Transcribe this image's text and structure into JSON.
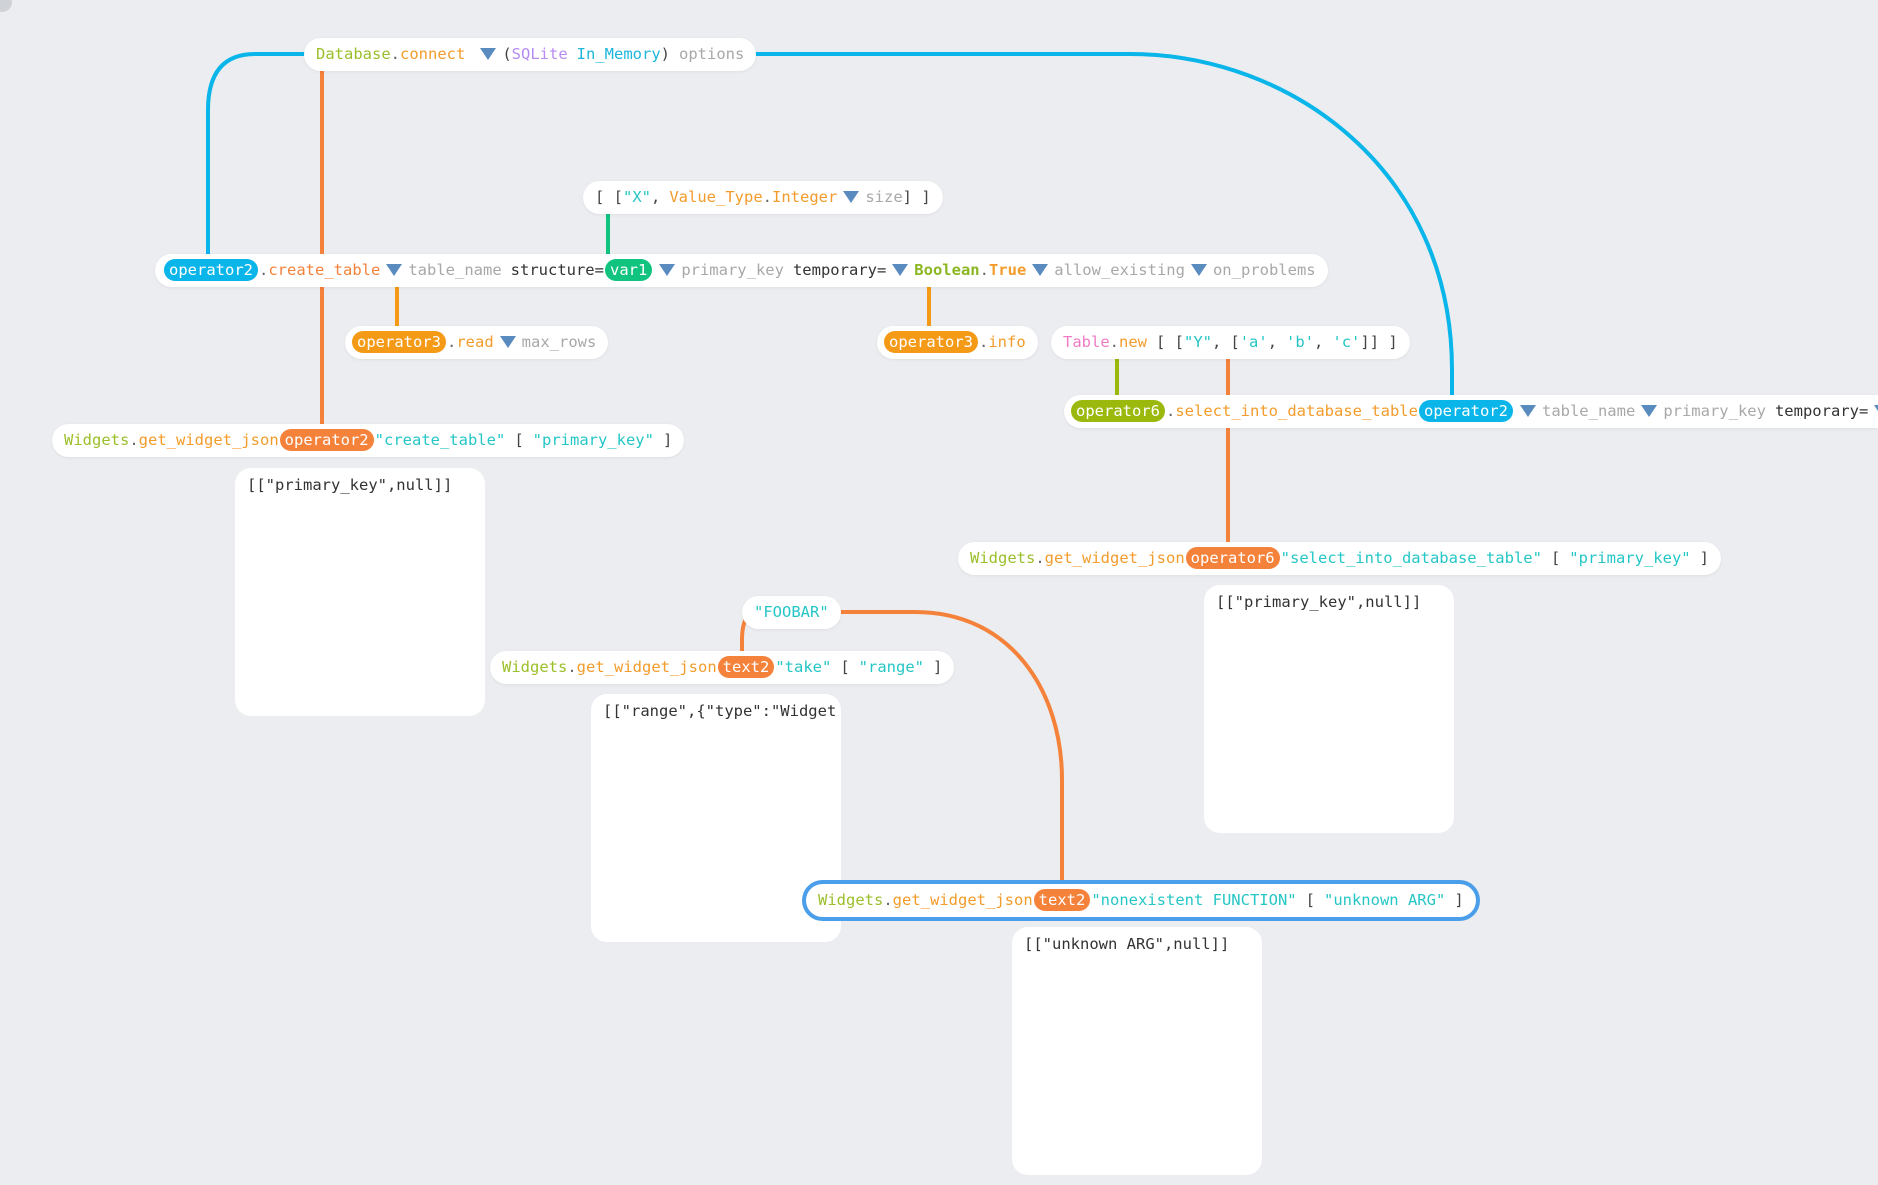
{
  "nodes": {
    "db_connect": {
      "ns": "Database",
      "fn": "connect",
      "cons1": "SQLite",
      "cons2": "In_Memory",
      "arg_options": "options"
    },
    "structure_vector": {
      "open": "[ [",
      "str_x": "\"X\"",
      "comma": ",",
      "ns": "Value_Type",
      "fn": "Integer",
      "arg_size": "size",
      "close": "] ]"
    },
    "create_table": {
      "self_pill": "operator2",
      "fn": "create_table",
      "arg_table_name": "table_name",
      "kw_structure": "structure=",
      "structure_pill": "var1",
      "arg_primary_key": "primary_key",
      "kw_temporary": "temporary=",
      "bool_ns": "Boolean",
      "bool_v": "True",
      "arg_allow_existing": "allow_existing",
      "arg_on_problems": "on_problems"
    },
    "read_node": {
      "pill": "operator3",
      "fn": "read",
      "arg_max_rows": "max_rows"
    },
    "info_node": {
      "pill": "operator3",
      "fn": "info"
    },
    "table_new": {
      "ns": "Table",
      "fn": "new",
      "open": "[ [",
      "str_y": "\"Y\"",
      "comma": ",",
      "inner_open": "[",
      "a": "'a'",
      "b": "'b'",
      "c": "'c'",
      "close": "]] ]"
    },
    "select_into": {
      "self_pill": "operator6",
      "fn": "select_into_database_table",
      "arg_pill": "operator2",
      "arg_table_name": "table_name",
      "arg_primary_key": "primary_key",
      "kw_temporary": "temporary="
    },
    "gwj1": {
      "ns": "Widgets",
      "fn": "get_widget_json",
      "pill": "operator2",
      "str_name": "\"create_table\"",
      "open": "[",
      "str_arg": "\"primary_key\"",
      "close": "]"
    },
    "gwj2": {
      "ns": "Widgets",
      "fn": "get_widget_json",
      "pill": "operator6",
      "str_name": "\"select_into_database_table\"",
      "open": "[",
      "str_arg": "\"primary_key\"",
      "close": "]"
    },
    "foobar": {
      "str": "\"FOOBAR\""
    },
    "gwj3": {
      "ns": "Widgets",
      "fn": "get_widget_json",
      "pill": "text2",
      "str_name": "\"take\"",
      "open": "[",
      "str_arg": "\"range\"",
      "close": "]"
    },
    "gwj4": {
      "ns": "Widgets",
      "fn": "get_widget_json",
      "pill": "text2",
      "str_name": "\"nonexistent FUNCTION\"",
      "open": "[",
      "str_arg": "\"unknown ARG\"",
      "close": "]"
    }
  },
  "visualizations": {
    "viz1": "[[\"primary_key\",null]]",
    "viz2": "[[\"primary_key\",null]]",
    "viz3": "[[\"range\",{\"type\":\"Widget",
    "viz4": "[[\"unknown ARG\",null]]"
  },
  "colors": {
    "background": "#ebedf0",
    "wire_blue": "#0ab5ea",
    "wire_orange": "#f5823b",
    "wire_amber": "#f59a16",
    "wire_green": "#10c37e",
    "wire_lime": "#9bb80d",
    "selection": "#4a9eea"
  },
  "icons": [
    "dropdown-arrow-icon"
  ]
}
